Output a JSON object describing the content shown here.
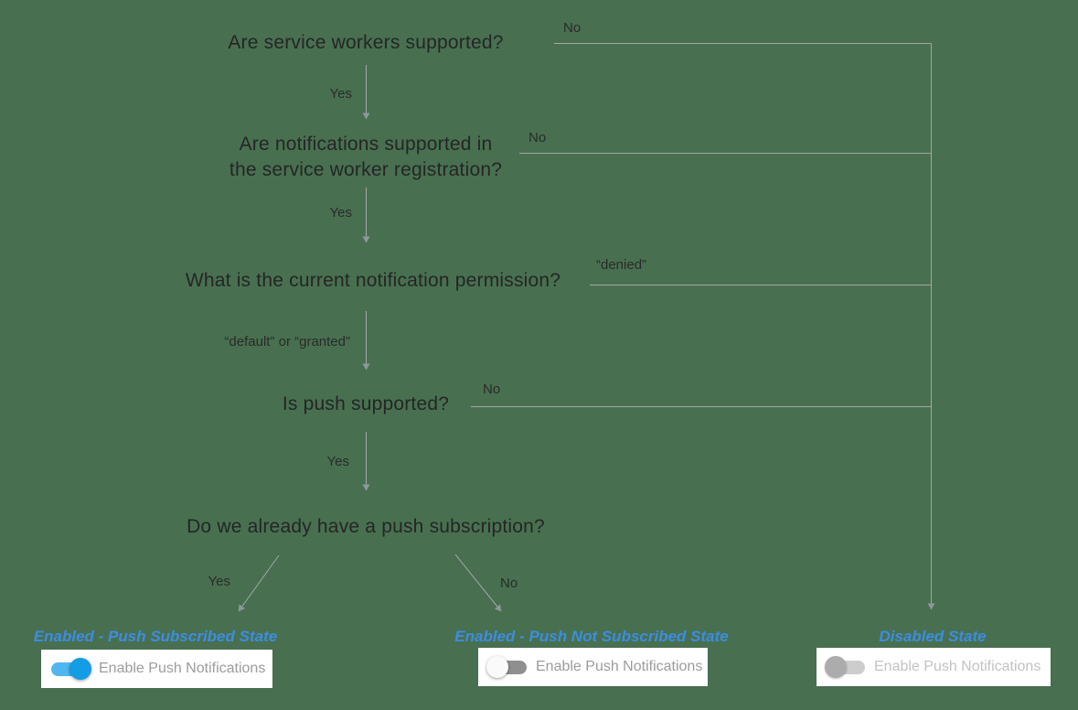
{
  "canvas": {
    "background": "#487050",
    "connector_color": "#a6a6a6"
  },
  "flow": {
    "q1": {
      "text": "Are service workers supported?",
      "yes": "Yes",
      "no": "No"
    },
    "q2": {
      "lines": [
        "Are notifications supported in",
        "the service worker registration?"
      ],
      "yes": "Yes",
      "no": "No"
    },
    "q3": {
      "text": "What is the current notification permission?",
      "down": "“default” or “granted”",
      "right": "“denied”"
    },
    "q4": {
      "text": "Is push supported?",
      "yes": "Yes",
      "no": "No"
    },
    "q5": {
      "text": "Do we already have a push subscription?",
      "yes": "Yes",
      "no": "No"
    }
  },
  "states": [
    {
      "label": "Enabled - Push Subscribed State",
      "control_label": "Enable Push Notifications",
      "toggle": "on"
    },
    {
      "label": "Enabled - Push Not Subscribed State",
      "control_label": "Enable Push Notifications",
      "toggle": "off"
    },
    {
      "label": "Disabled State",
      "control_label": "Enable Push Notifications",
      "toggle": "disabled"
    }
  ],
  "colors": {
    "background": "#487050",
    "connector": "#a6a6a6",
    "question_text": "#252525",
    "state_label_blue": "#3d8de0",
    "toggle_on_thumb": "#149ce5",
    "toggle_on_track": "#4fb7ef",
    "toggle_off_thumb": "#fafafa",
    "toggle_off_track": "#8f8f8f",
    "toggle_disabled_thumb": "#acacac",
    "toggle_disabled_track": "#cdcdcd",
    "control_text": "#9c9c9c",
    "control_text_disabled": "#c3c3c3"
  }
}
